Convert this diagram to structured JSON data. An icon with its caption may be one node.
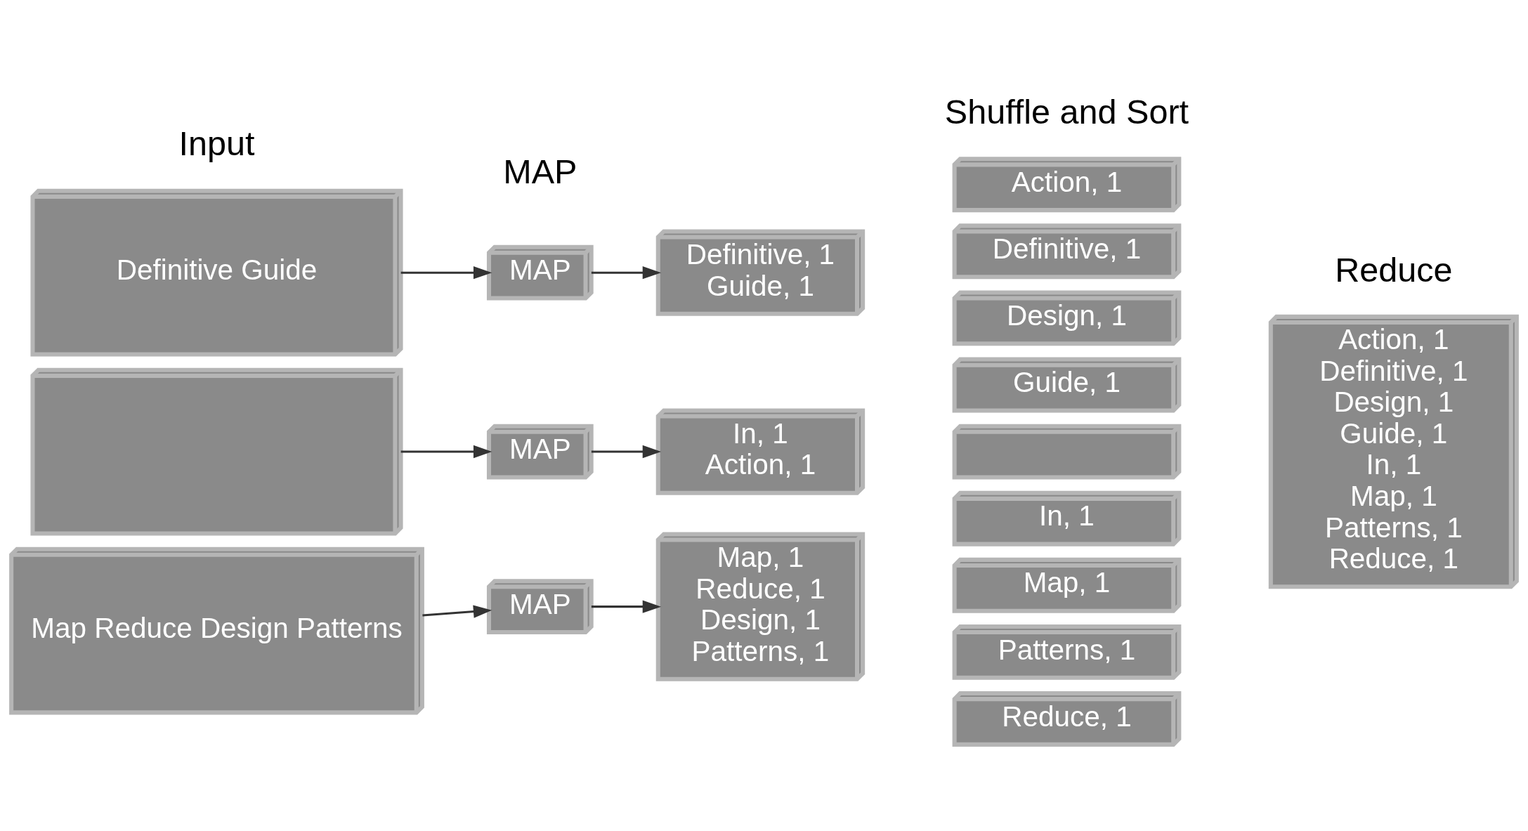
{
  "diagram": {
    "nodes": [
      {
        "text": [
          "Definitive Guide"
        ]
      },
      {
        "text": [],
        "shape": "box"
      },
      {
        "text": [
          "Map Reduce Design Patterns"
        ]
      },
      {
        "text": [
          "MAP"
        ]
      },
      {
        "text": [
          "MAP"
        ]
      },
      {
        "text": [
          "MAP"
        ]
      },
      {
        "text": [
          "Definitive, 1",
          "Guide, 1"
        ]
      },
      {
        "text": [
          "In, 1",
          "Action, 1"
        ]
      },
      {
        "text": [
          "Map, 1",
          "Reduce, 1",
          "Design, 1",
          "Patterns, 1"
        ]
      },
      {
        "text": [
          "Action, 1"
        ]
      },
      {
        "text": [
          "Definitive, 1"
        ]
      },
      {
        "text": [
          "Design, 1"
        ]
      },
      {
        "text": [
          "Guide, 1"
        ]
      },
      {
        "text": [],
        "shape": "box"
      },
      {
        "text": [
          "In, 1"
        ]
      },
      {
        "text": [
          "Map, 1"
        ]
      },
      {
        "text": [
          "Patterns, 1"
        ]
      },
      {
        "text": [
          "Reduce, 1"
        ]
      },
      {
        "text": [
          "Action, 1",
          "Definitive, 1",
          "Design, 1",
          "Guide, 1",
          "In, 1",
          "Map, 1",
          "Patterns, 1",
          "Reduce, 1"
        ]
      }
    ],
    "edges": [
      {
        "from": 0,
        "to": 3,
        "arrow": "to"
      },
      {
        "from": 3,
        "to": 6,
        "arrow": "to"
      },
      {
        "from": 1,
        "to": 4,
        "arrow": "to"
      },
      {
        "from": 4,
        "to": 7,
        "arrow": "to"
      },
      {
        "from": 2,
        "to": 5,
        "arrow": "to"
      },
      {
        "from": 5,
        "to": 8,
        "arrow": "to"
      }
    ],
    "labels": [
      "Input",
      "MAP",
      "Shuffle and Sort",
      "Reduce"
    ]
  }
}
